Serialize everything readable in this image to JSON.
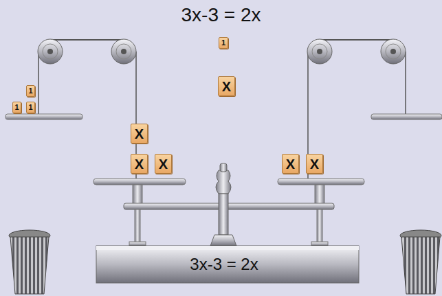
{
  "diagram": {
    "title": "3x-3 = 2x",
    "nodes": [
      {
        "text": [
          "1"
        ]
      },
      {
        "text": [
          "1"
        ]
      },
      {
        "text": [
          "1"
        ]
      },
      {
        "text": [
          "1"
        ]
      },
      {
        "text": [
          "X"
        ]
      },
      {
        "text": [
          "X"
        ]
      },
      {
        "text": [
          "X"
        ]
      },
      {
        "text": [
          "X"
        ]
      },
      {
        "text": [
          "X"
        ]
      },
      {
        "text": [
          "X"
        ]
      },
      {
        "text": [
          "3x-3 = 2x"
        ]
      }
    ]
  }
}
